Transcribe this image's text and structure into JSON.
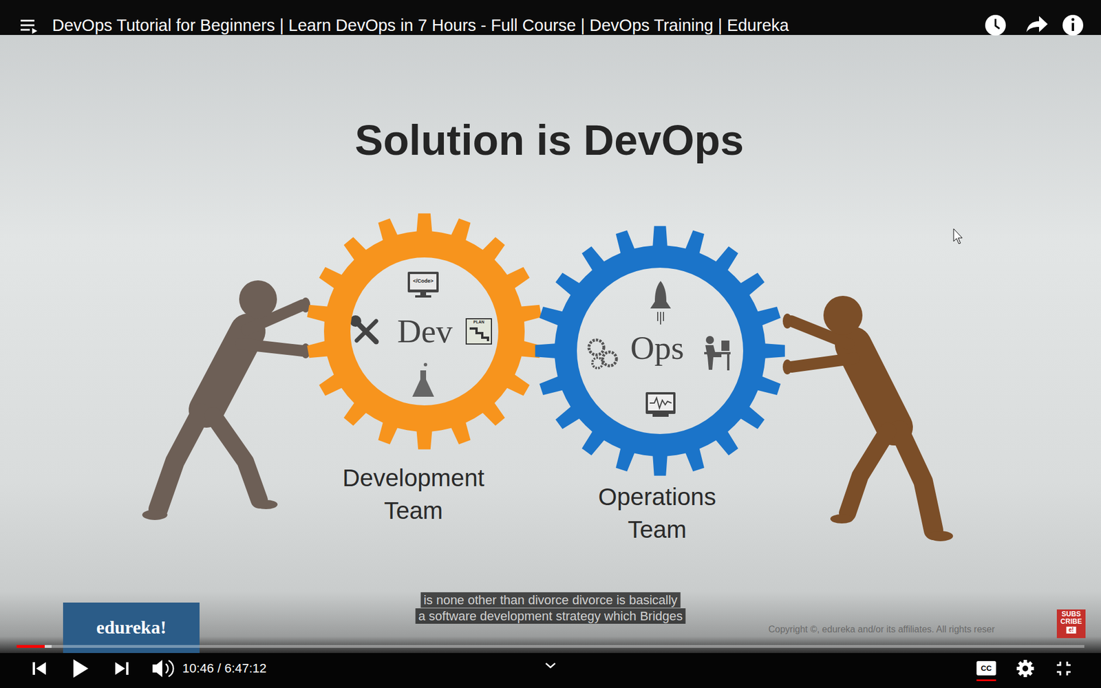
{
  "diagram": {
    "title": "Solution is DevOps",
    "nodes": [
      {
        "text": [
          "Dev",
          "Development Team"
        ]
      },
      {
        "text": [
          "Ops",
          "Operations Team"
        ]
      }
    ],
    "labels": [
      "DevOps Tutorial for Beginners | Learn DevOps in 7 Hours - Full Course | DevOps Training | Edureka",
      "</Code>",
      "PLAN",
      "is none other than divorce divorce is basically",
      "a software development strategy which Bridges",
      "edureka!",
      "Copyright ©, edureka and/or its affiliates. All rights reser",
      "SUBS CRIBE",
      "e!",
      "10:46 / 6:47:12",
      "CC"
    ]
  }
}
